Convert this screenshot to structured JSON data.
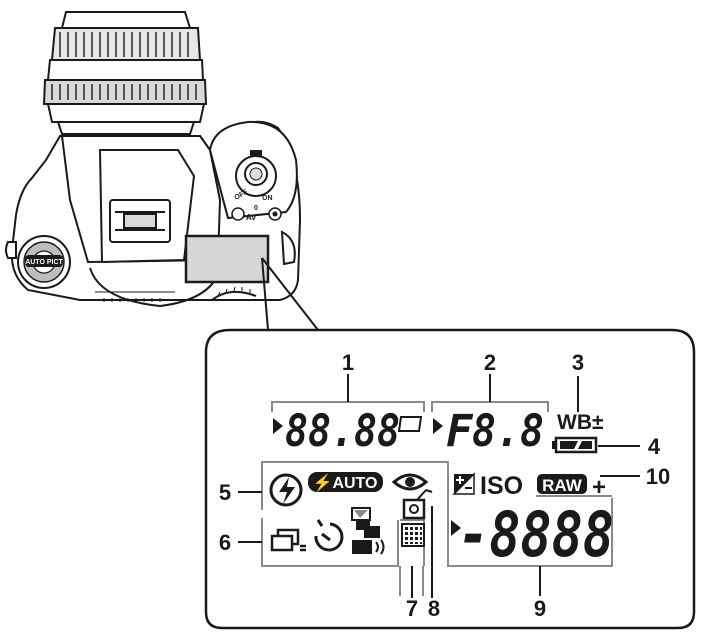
{
  "camera": {
    "mode_dial_text": "AUTO PICT",
    "power_switch": {
      "off_label": "OFF",
      "on_label": "ON"
    },
    "mode_button_label": "Av",
    "indicator_zero": "0"
  },
  "lcd": {
    "shutter_digits": "88.88",
    "aperture_prefix": "F",
    "aperture_digits": "8.8",
    "wb_label": "WB±",
    "iso_label": "ISO",
    "raw_label": "RAW",
    "raw_plus": "+",
    "flash_auto_label": "⚡AUTO",
    "count_digits": "-8888"
  },
  "callouts": {
    "c1": "1",
    "c2": "2",
    "c3": "3",
    "c4": "4",
    "c5": "5",
    "c6": "6",
    "c7": "7",
    "c8": "8",
    "c9": "9",
    "c10": "10"
  }
}
